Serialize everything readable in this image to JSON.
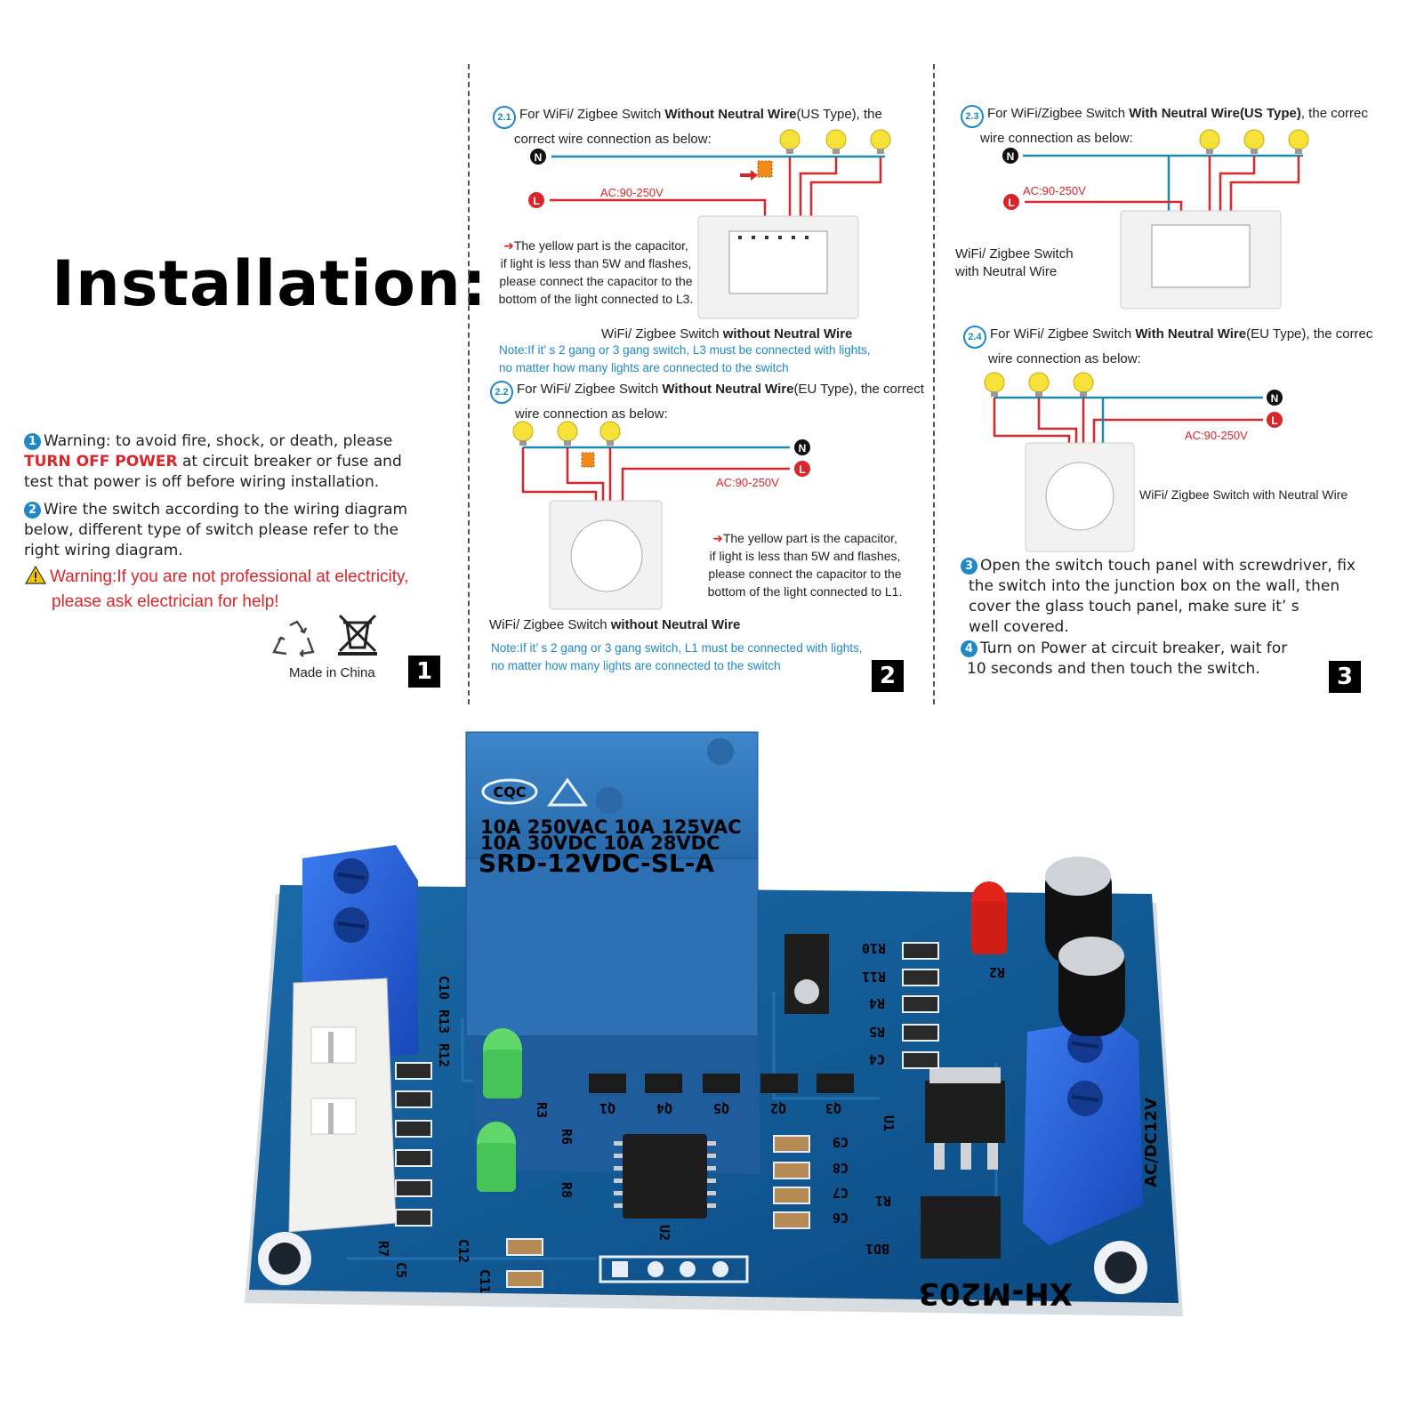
{
  "title": "Installation:",
  "panel1": {
    "step1_num": "1",
    "step1_a": "Warning: to avoid fire, shock, or death, please",
    "step1_b_red": "TURN OFF POWER",
    "step1_b": " at circuit breaker or fuse and",
    "step1_c": "test that power is off before wiring installation.",
    "step2_num": "2",
    "step2_a": "Wire the switch according to the wiring diagram",
    "step2_b": "below, different type of switch please refer to the",
    "step2_c": "right wiring diagram.",
    "warn_a": "Warning:If you are not professional at electricity,",
    "warn_b": "please ask electrician for help!",
    "made_in": "Made in China",
    "badge": "1"
  },
  "panel2": {
    "s21_num": "2.1",
    "s21_a_pre": "For WiFi/ Zigbee Switch ",
    "s21_a_bold": "Without Neutral Wire",
    "s21_a_post": "(US Type), the",
    "s21_b": "correct wire connection as below:",
    "n_label": "N",
    "l_label": "L",
    "ac1": "AC:90-250V",
    "cap1_a": "The yellow part is the capacitor,",
    "cap1_b": "if light is less than 5W and flashes,",
    "cap1_c": "please connect the capacitor to the",
    "cap1_d": "bottom of the light connected to L3.",
    "caption1_pre": "WiFi/ Zigbee Switch ",
    "caption1_bold": "without Neutral Wire",
    "note1_a": "Note:If it’ s 2 gang or 3 gang switch, L3 must be connected with lights,",
    "note1_b": "no matter how many lights are connected to the switch",
    "s22_num": "2.2",
    "s22_a_pre": "For WiFi/ Zigbee Switch ",
    "s22_a_bold": "Without Neutral Wire",
    "s22_a_post": "(EU Type), the correct",
    "s22_b": "wire connection  as below:",
    "ac2": "AC:90-250V",
    "cap2_a": "The yellow part is the capacitor,",
    "cap2_b": "if light is less than 5W and flashes,",
    "cap2_c": "please connect the capacitor to the",
    "cap2_d": "bottom of the light connected to L1.",
    "caption2_pre": "WiFi/ Zigbee Switch ",
    "caption2_bold": "without Neutral Wire",
    "note2_a": "Note:If it’ s 2 gang or 3 gang switch, L1 must be connected with lights,",
    "note2_b": "no matter how many lights are connected to the switch",
    "badge": "2"
  },
  "panel3": {
    "s23_num": "2.3",
    "s23_a_pre": "For WiFi/Zigbee Switch ",
    "s23_a_bold": "With Neutral Wire(US Type)",
    "s23_a_post": ", the correc",
    "s23_b": "wire connection as below:",
    "ac3": "AC:90-250V",
    "side_a": "WiFi/ Zigbee Switch",
    "side_b": "with Neutral Wire",
    "s24_num": "2.4",
    "s24_a_pre": "For WiFi/ Zigbee Switch ",
    "s24_a_bold": "With Neutral Wire",
    "s24_a_post": "(EU Type), the correc",
    "s24_b": "wire connection  as below:",
    "ac4": "AC:90-250V",
    "side2": "WiFi/ Zigbee Switch with Neutral Wire",
    "step3_num": "3",
    "step3_a": "Open the switch touch panel with screwdriver, fix",
    "step3_b": "the switch into the junction box on the wall, then",
    "step3_c": "cover the glass touch panel, make sure it’ s",
    "step3_d": "well covered.",
    "step4_num": "4",
    "step4_a": "Turn on Power at circuit breaker, wait for",
    "step4_b": "10 seconds and then touch the switch.",
    "badge": "3"
  },
  "board": {
    "relay_brand": "CQC",
    "relay_line1": "10A 250VAC  10A 125VAC",
    "relay_line2": "10A  30VDC  10A  28VDC",
    "relay_model": "SRD-12VDC-SL-A",
    "model": "XH-M203",
    "power": "AC/DC12V",
    "silk": [
      "R10",
      "R11",
      "R4",
      "R5",
      "C4",
      "R2",
      "R3",
      "R6",
      "R8",
      "Q1",
      "Q4",
      "Q5",
      "Q2",
      "Q3",
      "C9",
      "C8",
      "C7",
      "C6",
      "U2",
      "U1",
      "R1",
      "BD1",
      "C12",
      "C11",
      "C10",
      "R13",
      "R12",
      "R7",
      "C5"
    ]
  },
  "colors": {
    "accent_blue": "#1e88c9",
    "warning_red": "#d8262a",
    "pcb": "#0d4f8c",
    "relay": "#2a6fb5",
    "terminal": "#1f5fd6"
  }
}
